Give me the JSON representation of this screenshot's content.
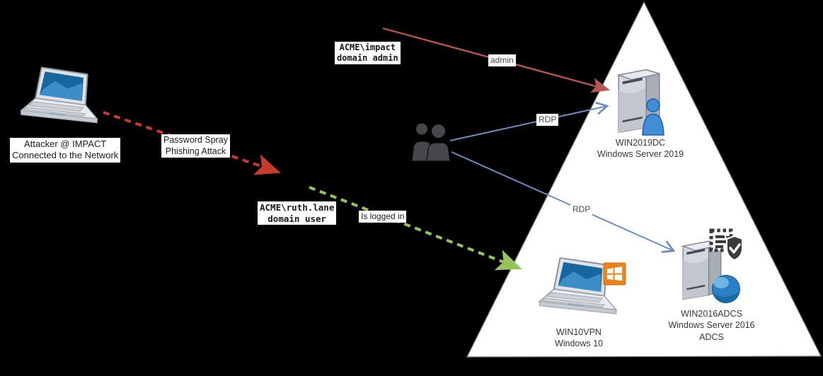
{
  "diagram": {
    "background_color": "#000000",
    "trust_zone": {
      "shape": "triangle",
      "fill": "#ffffff",
      "stroke": "#7f7f7f"
    }
  },
  "nodes": {
    "attacker": {
      "line1": "Attacker @ IMPACT",
      "line2": "Connected to the Network",
      "icon": "laptop-icon"
    },
    "users": {
      "icon": "users-icon"
    },
    "win2019dc": {
      "name": "WIN2019DC",
      "os": "Windows Server 2019",
      "icon": "server-user-icon"
    },
    "win10vpn": {
      "name": "WIN10VPN",
      "os": "Windows 10",
      "icon": "laptop-windows-icon"
    },
    "win2016adcs": {
      "name": "WIN2016ADCS",
      "os": "Windows Server 2016",
      "role": "ADCS",
      "icon": "server-certificate-globe-icon"
    }
  },
  "edges": {
    "password_spray": {
      "line1": "Password Spray",
      "line2": "Phishing Attack",
      "color": "#c73b2c",
      "style": "dashed"
    },
    "admin": {
      "label": "admin",
      "color": "#b85450",
      "style": "solid"
    },
    "rdp_dc": {
      "label": "RDP",
      "color": "#6c8ebf",
      "style": "solid"
    },
    "rdp_adcs": {
      "label": "RDP",
      "color": "#6c8ebf",
      "style": "solid"
    },
    "logged_in": {
      "label": "Is logged in",
      "color": "#97c35c",
      "style": "dashed"
    }
  },
  "annotations": {
    "impact_account": {
      "line1": "ACME\\impact",
      "line2": "domain admin"
    },
    "ruth_account": {
      "line1": "ACME\\ruth.lane",
      "line2": "domain user"
    }
  }
}
